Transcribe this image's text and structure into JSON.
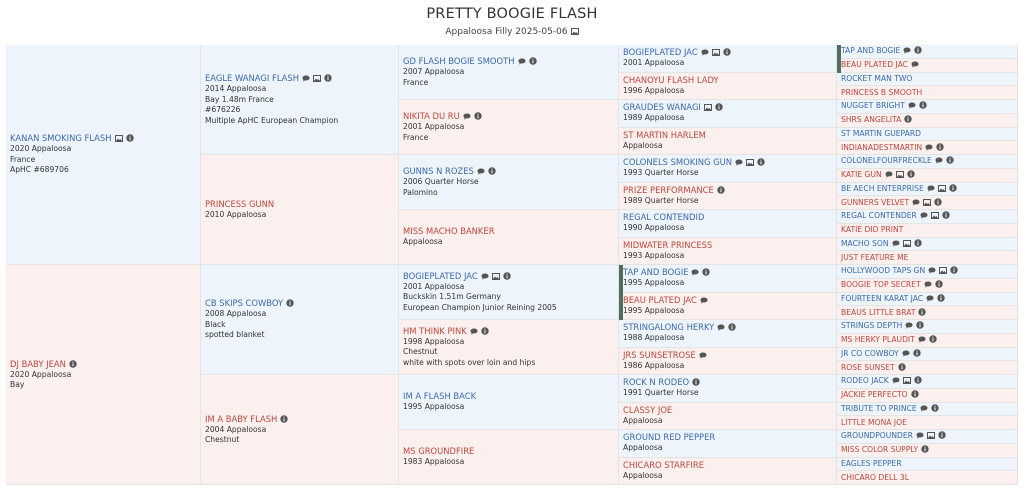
{
  "title": "PRETTY BOOGIE FLASH",
  "subtitle": "Appaloosa Filly 2025-05-06",
  "subtitle_icons": [
    "photo-icon"
  ],
  "colors": {
    "male_bg": "#eef4fb",
    "female_bg": "#fcf0ef",
    "male_text": "#3c6aa8",
    "female_text": "#b9473d",
    "marker": "#4f6e5c"
  },
  "pedigree": [
    {
      "name": "KANAN SMOKING FLASH",
      "sex": "m",
      "icons": [
        "photo-icon",
        "info-icon"
      ],
      "lines": [
        "2020 Appaloosa",
        "France",
        "ApHC #689706"
      ]
    },
    {
      "name": "DJ BABY JEAN",
      "sex": "f",
      "icons": [
        "info-icon"
      ],
      "lines": [
        "2020 Appaloosa",
        "Bay"
      ]
    },
    {
      "name": "EAGLE WANAGI FLASH",
      "sex": "m",
      "icons": [
        "comment-icon",
        "photo-icon",
        "info-icon"
      ],
      "lines": [
        "2014 Appaloosa",
        "Bay 1.48m France",
        "#676226",
        "Multiple ApHC European Champion"
      ]
    },
    {
      "name": "PRINCESS GUNN",
      "sex": "f",
      "icons": [],
      "lines": [
        "2010 Appaloosa"
      ]
    },
    {
      "name": "CB SKIPS COWBOY",
      "sex": "m",
      "icons": [
        "info-icon"
      ],
      "lines": [
        "2008 Appaloosa",
        "Black",
        "spotted blanket"
      ]
    },
    {
      "name": "IM A BABY FLASH",
      "sex": "f",
      "icons": [
        "info-icon"
      ],
      "lines": [
        "2004 Appaloosa",
        "Chestnut"
      ]
    },
    {
      "name": "GD FLASH BOGIE SMOOTH",
      "sex": "m",
      "icons": [
        "comment-icon",
        "info-icon"
      ],
      "lines": [
        "2007 Appaloosa",
        "France"
      ]
    },
    {
      "name": "NIKITA DU RU",
      "sex": "f",
      "icons": [
        "comment-icon",
        "info-icon"
      ],
      "lines": [
        "2001 Appaloosa",
        "France"
      ]
    },
    {
      "name": "GUNNS N ROZES",
      "sex": "m",
      "icons": [
        "comment-icon",
        "info-icon"
      ],
      "lines": [
        "2006 Quarter Horse",
        "Palomino"
      ]
    },
    {
      "name": "MISS MACHO BANKER",
      "sex": "f",
      "icons": [],
      "lines": [
        "Appaloosa"
      ]
    },
    {
      "name": "BOGIEPLATED JAC",
      "sex": "m",
      "icons": [
        "comment-icon",
        "photo-icon",
        "info-icon"
      ],
      "lines": [
        "2001 Appaloosa",
        "Buckskin 1.51m Germany",
        "European Champion Junior Reining 2005"
      ]
    },
    {
      "name": "HM THINK PINK",
      "sex": "f",
      "icons": [
        "comment-icon",
        "info-icon"
      ],
      "lines": [
        "1998 Appaloosa",
        "Chestnut",
        "white with spots over loin and hips"
      ]
    },
    {
      "name": "IM A FLASH BACK",
      "sex": "m",
      "icons": [],
      "lines": [
        "1995 Appaloosa"
      ]
    },
    {
      "name": "MS GROUNDFIRE",
      "sex": "f",
      "icons": [],
      "lines": [
        "1983 Appaloosa"
      ]
    },
    {
      "name": "BOGIEPLATED JAC",
      "sex": "m",
      "icons": [
        "comment-icon",
        "photo-icon",
        "info-icon"
      ],
      "lines": [
        "2001 Appaloosa"
      ]
    },
    {
      "name": "CHANOYU FLASH LADY",
      "sex": "f",
      "icons": [],
      "lines": [
        "1996 Appaloosa"
      ]
    },
    {
      "name": "GRAUDES WANAGI",
      "sex": "m",
      "icons": [
        "photo-icon",
        "info-icon"
      ],
      "lines": [
        "1989 Appaloosa"
      ]
    },
    {
      "name": "ST MARTIN HARLEM",
      "sex": "f",
      "icons": [],
      "lines": [
        "Appaloosa"
      ]
    },
    {
      "name": "COLONELS SMOKING GUN",
      "sex": "m",
      "icons": [
        "comment-icon",
        "photo-icon",
        "info-icon"
      ],
      "lines": [
        "1993 Quarter Horse"
      ]
    },
    {
      "name": "PRIZE PERFORMANCE",
      "sex": "f",
      "icons": [
        "info-icon"
      ],
      "lines": [
        "1989 Quarter Horse"
      ]
    },
    {
      "name": "REGAL CONTENDID",
      "sex": "m",
      "icons": [],
      "lines": [
        "1990 Appaloosa"
      ]
    },
    {
      "name": "MIDWATER PRINCESS",
      "sex": "f",
      "icons": [],
      "lines": [
        "1993 Appaloosa"
      ]
    },
    {
      "name": "TAP AND BOGIE",
      "sex": "m",
      "icons": [
        "comment-icon",
        "info-icon"
      ],
      "lines": [
        "1995 Appaloosa"
      ]
    },
    {
      "name": "BEAU PLATED JAC",
      "sex": "f",
      "icons": [
        "comment-icon"
      ],
      "lines": [
        "1995 Appaloosa"
      ]
    },
    {
      "name": "STRINGALONG HERKY",
      "sex": "m",
      "icons": [
        "comment-icon",
        "info-icon"
      ],
      "lines": [
        "1988 Appaloosa"
      ]
    },
    {
      "name": "JRS SUNSETROSE",
      "sex": "f",
      "icons": [
        "comment-icon"
      ],
      "lines": [
        "1986 Appaloosa"
      ]
    },
    {
      "name": "ROCK N RODEO",
      "sex": "m",
      "icons": [
        "info-icon"
      ],
      "lines": [
        "1991 Quarter Horse"
      ]
    },
    {
      "name": "CLASSY JOE",
      "sex": "f",
      "icons": [],
      "lines": [
        "Appaloosa"
      ]
    },
    {
      "name": "GROUND RED PEPPER",
      "sex": "m",
      "icons": [],
      "lines": [
        "Appaloosa"
      ]
    },
    {
      "name": "CHICARO STARFIRE",
      "sex": "f",
      "icons": [],
      "lines": [
        "Appaloosa"
      ]
    },
    {
      "name": "TAP AND BOGIE",
      "sex": "m",
      "icons": [
        "comment-icon",
        "info-icon"
      ],
      "lines": []
    },
    {
      "name": "BEAU PLATED JAC",
      "sex": "f",
      "icons": [
        "comment-icon"
      ],
      "lines": []
    },
    {
      "name": "ROCKET MAN TWO",
      "sex": "m",
      "icons": [],
      "lines": []
    },
    {
      "name": "PRINCESS B SMOOTH",
      "sex": "f",
      "icons": [],
      "lines": []
    },
    {
      "name": "NUGGET BRIGHT",
      "sex": "m",
      "icons": [
        "comment-icon",
        "info-icon"
      ],
      "lines": []
    },
    {
      "name": "SHRS ANGELITA",
      "sex": "f",
      "icons": [
        "info-icon"
      ],
      "lines": []
    },
    {
      "name": "ST MARTIN GUEPARD",
      "sex": "m",
      "icons": [],
      "lines": []
    },
    {
      "name": "INDIANADESTMARTIN",
      "sex": "f",
      "icons": [
        "comment-icon",
        "info-icon"
      ],
      "lines": []
    },
    {
      "name": "COLONELFOURFRECKLE",
      "sex": "m",
      "icons": [
        "comment-icon",
        "info-icon"
      ],
      "lines": []
    },
    {
      "name": "KATIE GUN",
      "sex": "f",
      "icons": [
        "comment-icon",
        "photo-icon",
        "info-icon"
      ],
      "lines": []
    },
    {
      "name": "BE AECH ENTERPRISE",
      "sex": "m",
      "icons": [
        "comment-icon",
        "photo-icon",
        "info-icon"
      ],
      "lines": []
    },
    {
      "name": "GUNNERS VELVET",
      "sex": "f",
      "icons": [
        "comment-icon",
        "photo-icon",
        "info-icon"
      ],
      "lines": []
    },
    {
      "name": "REGAL CONTENDER",
      "sex": "m",
      "icons": [
        "comment-icon",
        "photo-icon",
        "info-icon"
      ],
      "lines": []
    },
    {
      "name": "KATIE DID PRINT",
      "sex": "f",
      "icons": [],
      "lines": []
    },
    {
      "name": "MACHO SON",
      "sex": "m",
      "icons": [
        "comment-icon",
        "photo-icon",
        "info-icon"
      ],
      "lines": []
    },
    {
      "name": "JUST FEATURE ME",
      "sex": "f",
      "icons": [],
      "lines": []
    },
    {
      "name": "HOLLYWOOD TAPS GN",
      "sex": "m",
      "icons": [
        "comment-icon",
        "photo-icon",
        "info-icon"
      ],
      "lines": []
    },
    {
      "name": "BOOGIE TOP SECRET",
      "sex": "f",
      "icons": [
        "comment-icon",
        "info-icon"
      ],
      "lines": []
    },
    {
      "name": "FOURTEEN KARAT JAC",
      "sex": "m",
      "icons": [
        "comment-icon",
        "info-icon"
      ],
      "lines": []
    },
    {
      "name": "BEAUS LITTLE BRAT",
      "sex": "f",
      "icons": [
        "info-icon"
      ],
      "lines": []
    },
    {
      "name": "STRINGS DEPTH",
      "sex": "m",
      "icons": [
        "comment-icon",
        "info-icon"
      ],
      "lines": []
    },
    {
      "name": "MS HERKY PLAUDIT",
      "sex": "f",
      "icons": [
        "comment-icon",
        "info-icon"
      ],
      "lines": []
    },
    {
      "name": "JR CO COWBOY",
      "sex": "m",
      "icons": [
        "comment-icon",
        "info-icon"
      ],
      "lines": []
    },
    {
      "name": "ROSE SUNSET",
      "sex": "f",
      "icons": [
        "info-icon"
      ],
      "lines": []
    },
    {
      "name": "RODEO JACK",
      "sex": "m",
      "icons": [
        "comment-icon",
        "photo-icon",
        "info-icon"
      ],
      "lines": []
    },
    {
      "name": "JACKIE PERFECTO",
      "sex": "f",
      "icons": [
        "info-icon"
      ],
      "lines": []
    },
    {
      "name": "TRIBUTE TO PRINCE",
      "sex": "m",
      "icons": [
        "comment-icon",
        "info-icon"
      ],
      "lines": []
    },
    {
      "name": "LITTLE MONA JOE",
      "sex": "f",
      "icons": [],
      "lines": []
    },
    {
      "name": "GROUNDPOUNDER",
      "sex": "m",
      "icons": [
        "comment-icon",
        "photo-icon",
        "info-icon"
      ],
      "lines": []
    },
    {
      "name": "MISS COLOR SUPPLY",
      "sex": "f",
      "icons": [
        "info-icon"
      ],
      "lines": []
    },
    {
      "name": "EAGLES PEPPER",
      "sex": "m",
      "icons": [],
      "lines": []
    },
    {
      "name": "CHICARO DELL 3L",
      "sex": "f",
      "icons": [],
      "lines": []
    }
  ]
}
